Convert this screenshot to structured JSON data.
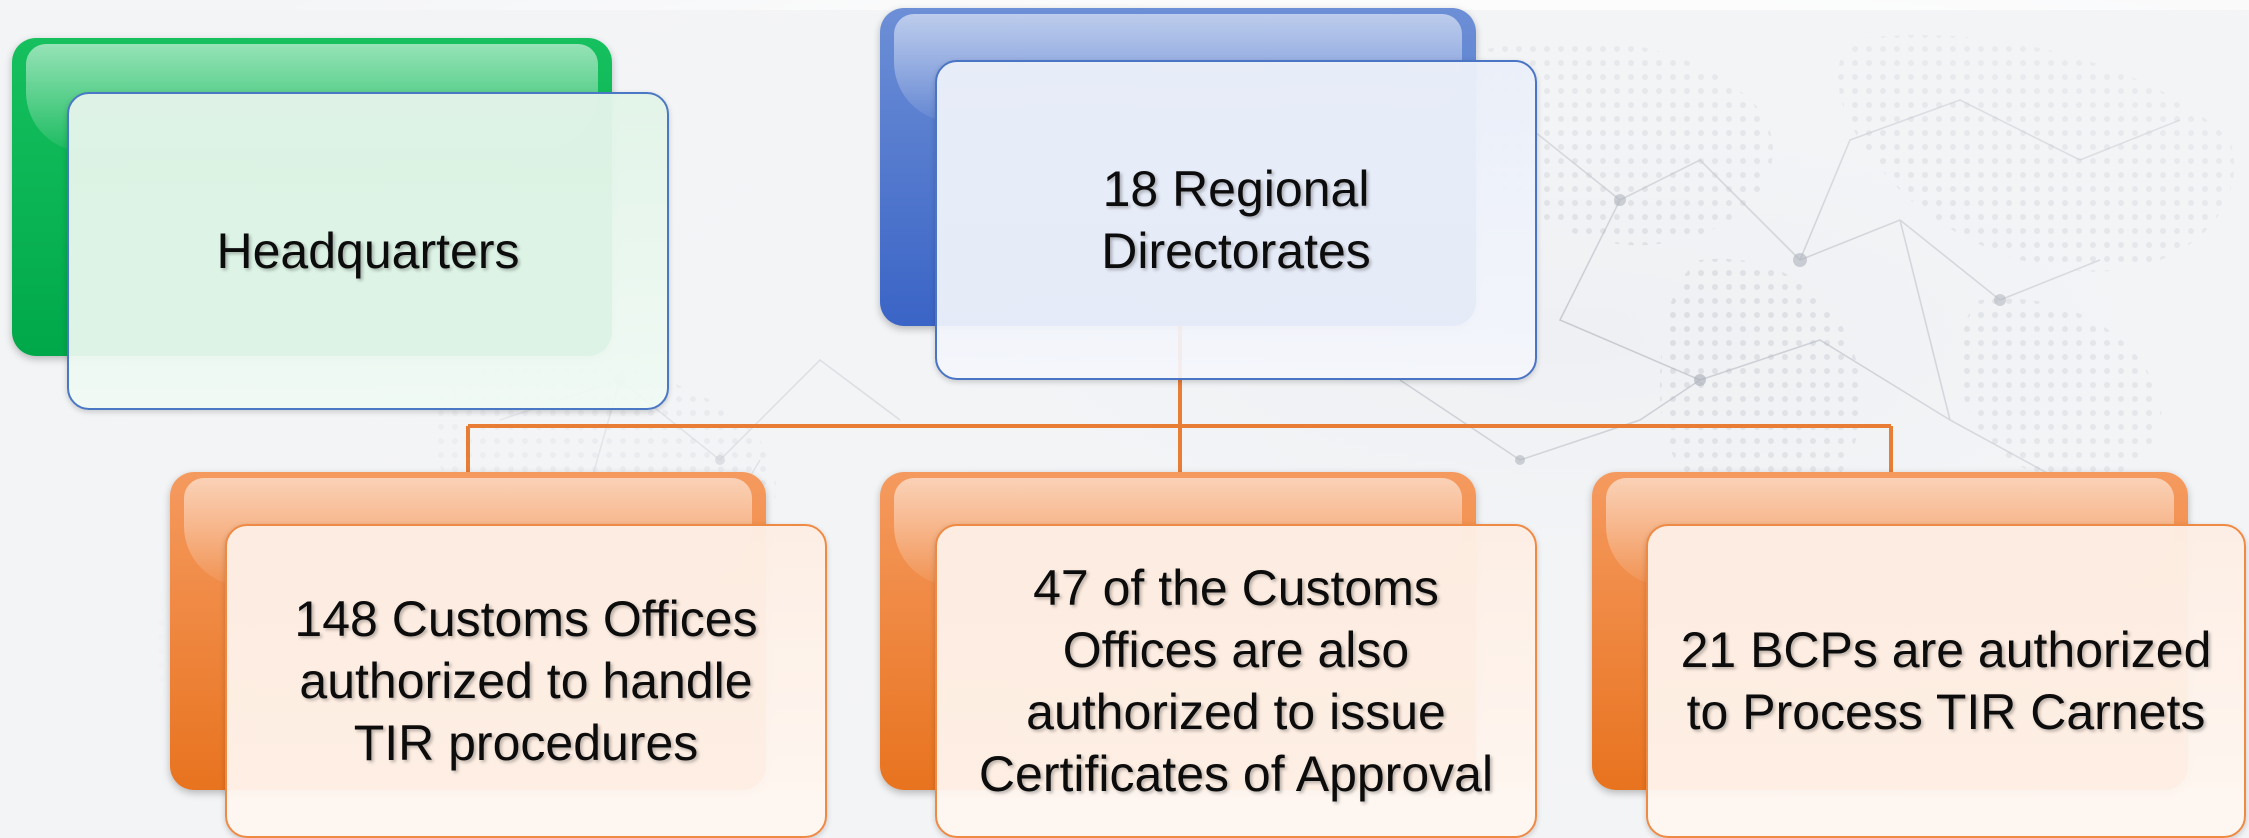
{
  "colors": {
    "green": "#00b050",
    "blue": "#4472c4",
    "orange": "#ed7d31",
    "connector": "#e87d36"
  },
  "diagram": {
    "headquarters": {
      "label": "Headquarters"
    },
    "regional": {
      "label": "18 Regional\nDirectorates"
    },
    "children": [
      {
        "label": "148 Customs Offices\nauthorized to handle\nTIR procedures"
      },
      {
        "label": "47 of the Customs\nOffices are also\nauthorized to issue\nCertificates of Approval"
      },
      {
        "label": "21 BCPs are authorized\nto Process TIR Carnets"
      }
    ]
  }
}
